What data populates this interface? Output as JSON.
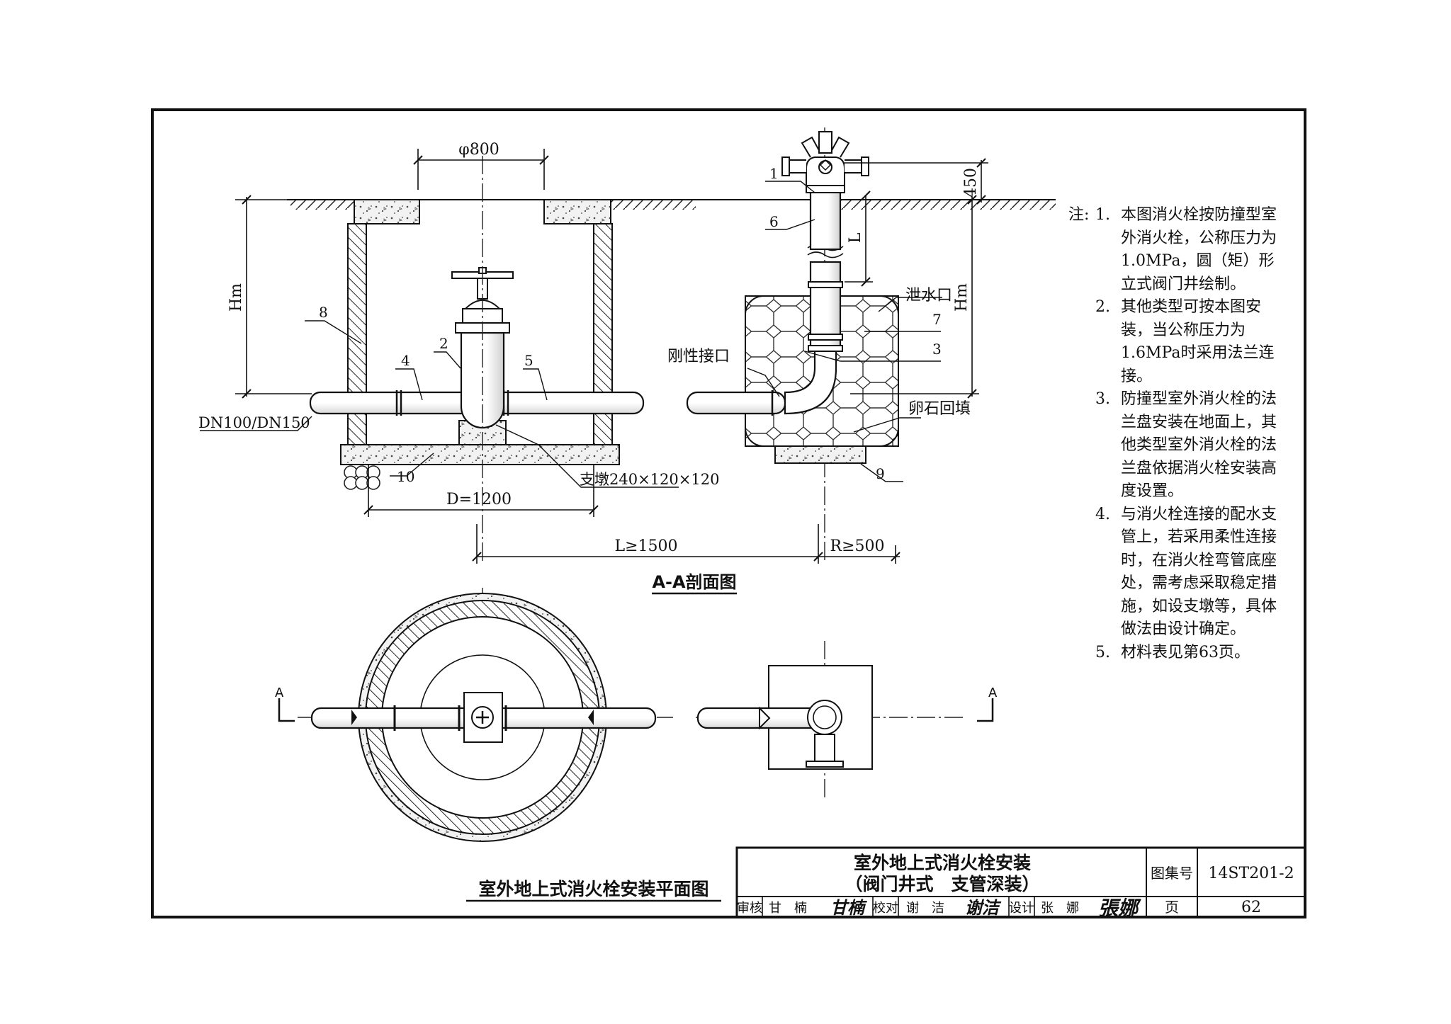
{
  "drawing": {
    "dim_phi": "φ800",
    "dim_hm_left": "Hm",
    "dim_hm_right": "Hm",
    "dim_450": "450",
    "dim_L_vertical": "L",
    "dim_D": "D=1200",
    "dim_L_horizontal": "L≥1500",
    "dim_R": "R≥500",
    "pipe_label": "DN100/DN150",
    "support_label": "支墩240×120×120",
    "drain_label": "泄水口",
    "rigid_joint_label": "刚性接口",
    "gravel_label": "卵石回填",
    "callouts": [
      "1",
      "2",
      "3",
      "4",
      "5",
      "6",
      "7",
      "8",
      "9",
      "10"
    ],
    "section_title": "A-A剖面图",
    "plan_title": "室外地上式消火栓安装平面图",
    "section_mark": "A"
  },
  "notes": {
    "heading": "注:",
    "items": [
      {
        "num": "1.",
        "text": "本图消火栓按防撞型室外消火栓，公称压力为1.0MPa，圆（矩）形立式阀门井绘制。"
      },
      {
        "num": "2.",
        "text": "其他类型可按本图安装，当公称压力为1.6MPa时采用法兰连接。"
      },
      {
        "num": "3.",
        "text": "防撞型室外消火栓的法兰盘安装在地面上，其他类型室外消火栓的法兰盘依据消火栓安装高度设置。"
      },
      {
        "num": "4.",
        "text": "与消火栓连接的配水支管上，若采用柔性连接时，在消火栓弯管底座处，需考虑采取稳定措施，如设支墩等，具体做法由设计确定。"
      },
      {
        "num": "5.",
        "text": "材料表见第63页。"
      }
    ]
  },
  "title_block": {
    "title_line1": "室外地上式消火栓安装",
    "title_line2": "（阀门井式　支管深装）",
    "atlas_label": "图集号",
    "atlas_no": "14ST201-2",
    "page_label": "页",
    "page_no": "62",
    "review_label": "审核",
    "reviewer": "甘　楠",
    "check_label": "校对",
    "checker": "谢　洁",
    "design_label": "设计",
    "designer": "张　娜",
    "sig1": "甘楠",
    "sig2": "谢洁",
    "sig3": "張娜"
  }
}
